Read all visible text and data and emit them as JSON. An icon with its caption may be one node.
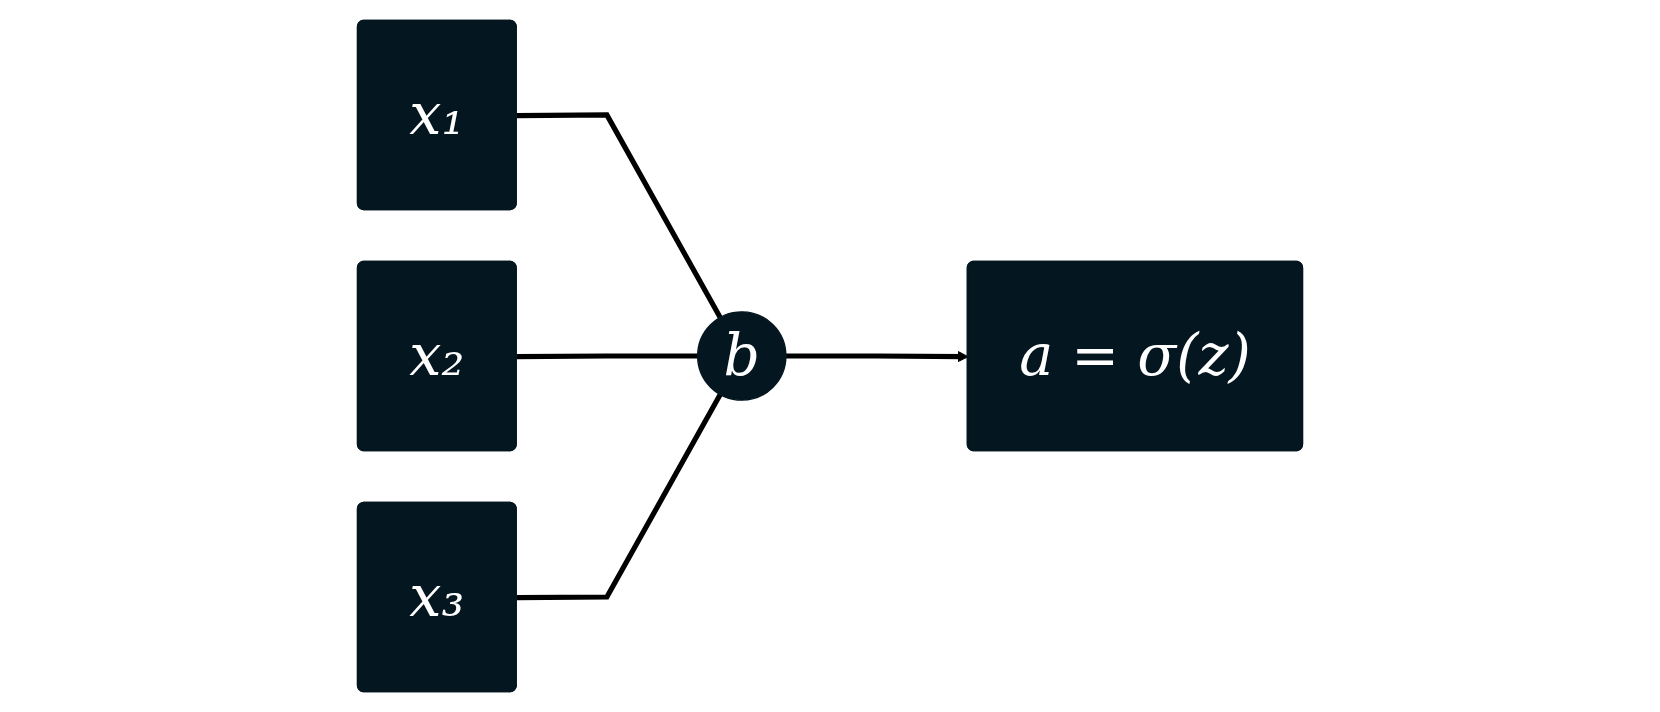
{
  "diagram": {
    "nodes": [
      {
        "text": [
          "x₁"
        ]
      },
      {
        "text": [
          "x₂"
        ]
      },
      {
        "text": [
          "x₃"
        ]
      },
      {
        "text": [
          "b"
        ]
      },
      {
        "text": [
          "a = σ(z)"
        ]
      }
    ],
    "edges": [
      {
        "from": 0,
        "to": 3,
        "arrow": "none"
      },
      {
        "from": 1,
        "to": 3,
        "arrow": "none"
      },
      {
        "from": 2,
        "to": 3,
        "arrow": "none"
      },
      {
        "from": 3,
        "to": 4,
        "arrow": "to"
      }
    ]
  }
}
